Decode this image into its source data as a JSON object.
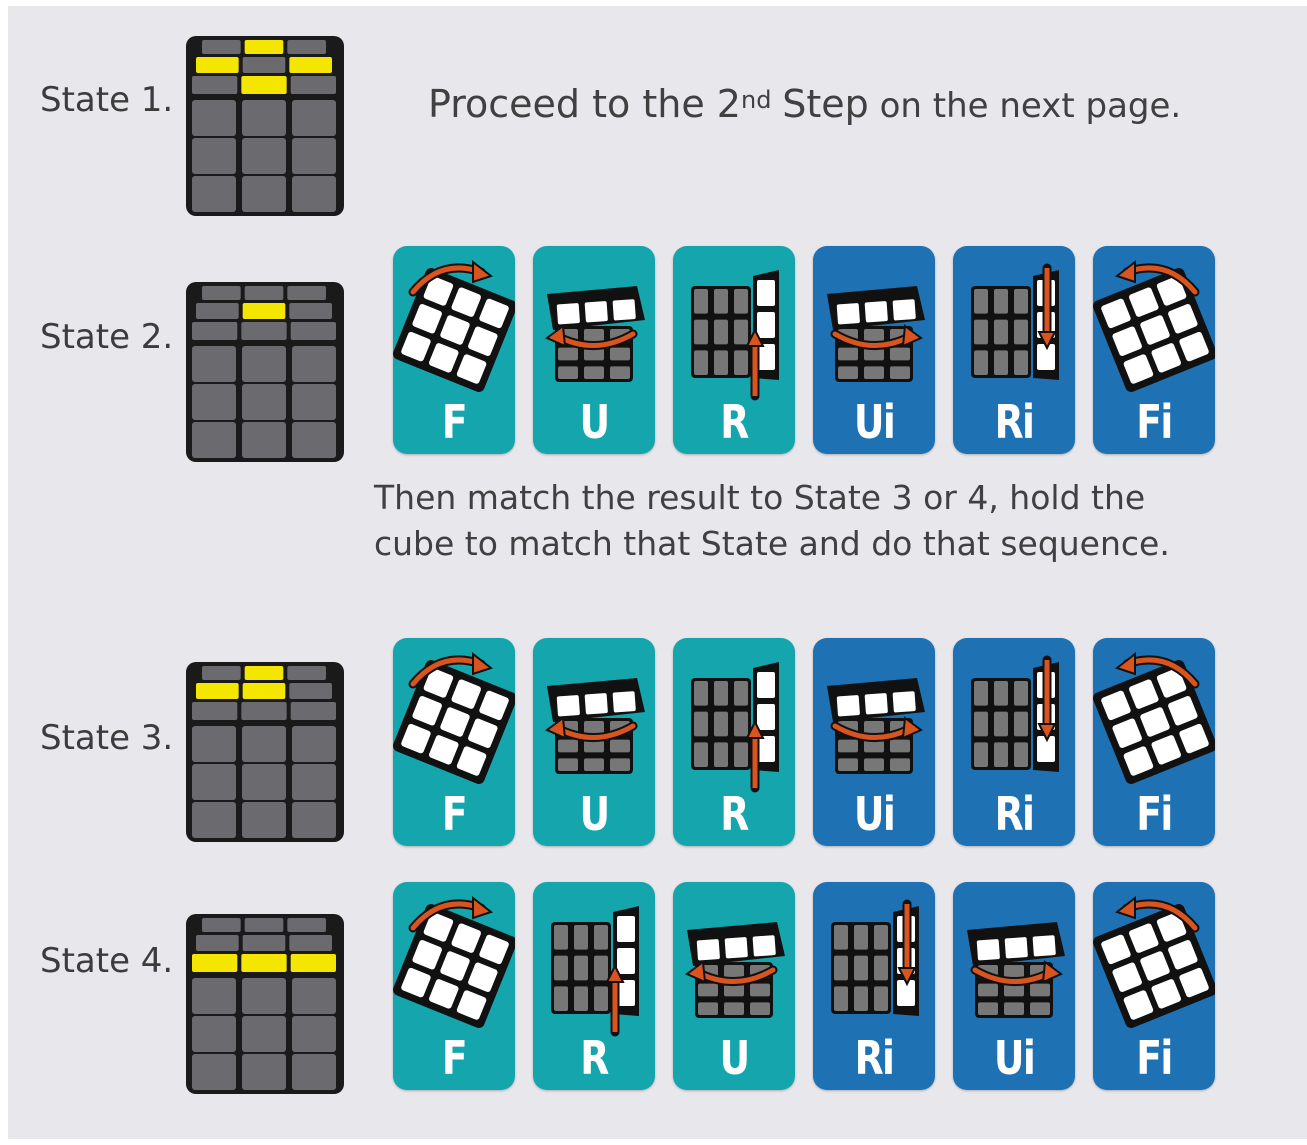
{
  "colors": {
    "teal": "#15a6ad",
    "blue": "#1e72b4",
    "yellow": "#f5e600",
    "cube_gray": "#6b6b6f",
    "arrow": "#d9541e",
    "background": "#e8e7ec"
  },
  "header": {
    "text_before": "Proceed to the 2",
    "ordinal_suffix": "nd",
    "step_word": "Step",
    "text_after": "on the next page."
  },
  "instruction": {
    "line1": "Then match the result to State 3 or 4, hold the",
    "line2": "cube to match that State and do that sequence."
  },
  "states": [
    {
      "label": "State 1.",
      "yellow_top": [
        [
          0,
          1,
          0
        ],
        [
          1,
          0,
          1
        ],
        [
          0,
          1,
          0
        ]
      ],
      "moves": []
    },
    {
      "label": "State 2.",
      "yellow_top": [
        [
          0,
          0,
          0
        ],
        [
          0,
          1,
          0
        ],
        [
          0,
          0,
          0
        ]
      ],
      "moves": [
        {
          "move": "F",
          "color": "teal",
          "icon": "front-turn-icon"
        },
        {
          "move": "U",
          "color": "teal",
          "icon": "top-turn-left-icon"
        },
        {
          "move": "R",
          "color": "teal",
          "icon": "right-turn-up-icon"
        },
        {
          "move": "Ui",
          "color": "blue",
          "icon": "top-turn-right-icon"
        },
        {
          "move": "Ri",
          "color": "blue",
          "icon": "right-turn-down-icon"
        },
        {
          "move": "Fi",
          "color": "blue",
          "icon": "front-turn-inverse-icon"
        }
      ]
    },
    {
      "label": "State 3.",
      "yellow_top": [
        [
          0,
          1,
          0
        ],
        [
          1,
          1,
          0
        ],
        [
          0,
          0,
          0
        ]
      ],
      "moves": [
        {
          "move": "F",
          "color": "teal",
          "icon": "front-turn-icon"
        },
        {
          "move": "U",
          "color": "teal",
          "icon": "top-turn-left-icon"
        },
        {
          "move": "R",
          "color": "teal",
          "icon": "right-turn-up-icon"
        },
        {
          "move": "Ui",
          "color": "blue",
          "icon": "top-turn-right-icon"
        },
        {
          "move": "Ri",
          "color": "blue",
          "icon": "right-turn-down-icon"
        },
        {
          "move": "Fi",
          "color": "blue",
          "icon": "front-turn-inverse-icon"
        }
      ]
    },
    {
      "label": "State 4.",
      "yellow_top": [
        [
          0,
          0,
          0
        ],
        [
          0,
          0,
          0
        ],
        [
          1,
          1,
          1
        ]
      ],
      "moves": [
        {
          "move": "F",
          "color": "teal",
          "icon": "front-turn-icon"
        },
        {
          "move": "R",
          "color": "teal",
          "icon": "right-turn-up-icon"
        },
        {
          "move": "U",
          "color": "teal",
          "icon": "top-turn-left-icon"
        },
        {
          "move": "Ri",
          "color": "blue",
          "icon": "right-turn-down-icon"
        },
        {
          "move": "Ui",
          "color": "blue",
          "icon": "top-turn-right-icon"
        },
        {
          "move": "Fi",
          "color": "blue",
          "icon": "front-turn-inverse-icon"
        }
      ]
    }
  ]
}
